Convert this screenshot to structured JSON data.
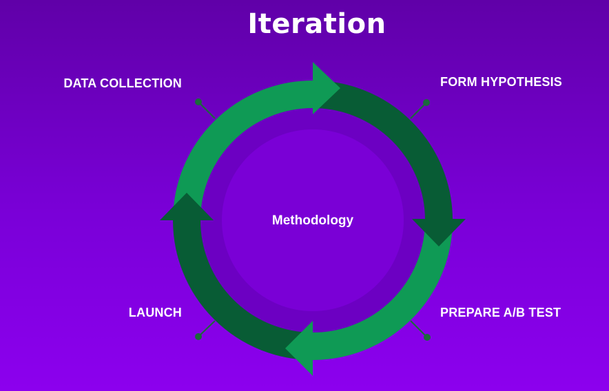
{
  "title": "Iteration",
  "center": {
    "label": "Methodology"
  },
  "steps": [
    {
      "label": "DATA COLLECTION"
    },
    {
      "label": "FORM HYPOTHESIS"
    },
    {
      "label": "PREPARE A/B TEST"
    },
    {
      "label": "LAUNCH"
    }
  ],
  "colors": {
    "background_top": "#6000a8",
    "background_bottom": "#8c00ee",
    "arrow_light_green": "#0f9a55",
    "arrow_dark_green": "#085c35",
    "center_disc": "#7a00d6",
    "text": "#ffffff"
  }
}
